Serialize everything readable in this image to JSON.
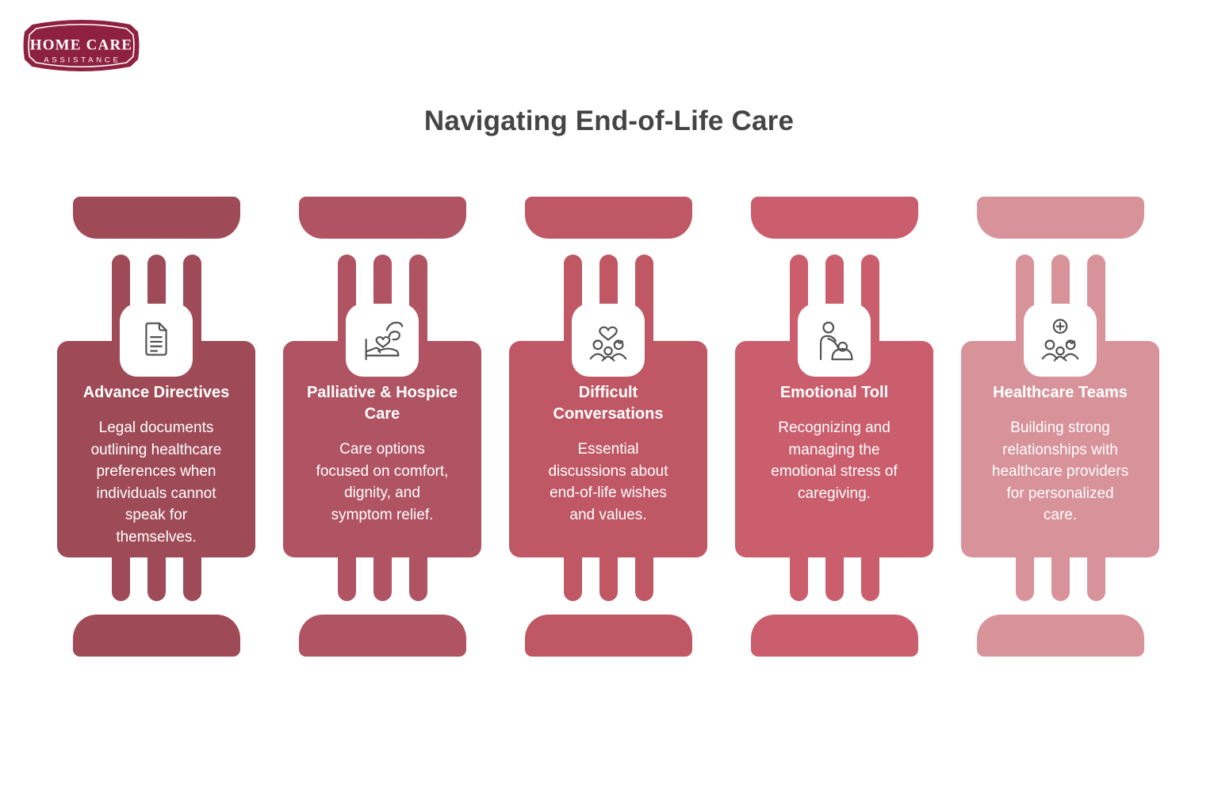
{
  "title": "Navigating End-of-Life Care",
  "title_color": "#454545",
  "logo": {
    "line1": "HOME CARE",
    "line2": "ASSISTANCE",
    "badge_color": "#8E2142",
    "border_color": "#FFFFFF",
    "text_color": "#FFFFFF"
  },
  "icons": {
    "stroke": "#4F4F4F"
  },
  "cards": [
    {
      "id": "advance-directives",
      "color": "#9F4B57",
      "icon": "document-icon",
      "title": "Advance Directives",
      "description": "Legal documents\noutlining healthcare\npreferences when\nindividuals cannot\nspeak for\nthemselves."
    },
    {
      "id": "palliative-hospice-care",
      "color": "#B05362",
      "icon": "hospice-bed-icon",
      "title": "Palliative & Hospice\nCare",
      "description": "Care options\nfocused on comfort,\ndignity, and\nsymptom relief."
    },
    {
      "id": "difficult-conversations",
      "color": "#C05764",
      "icon": "family-heart-icon",
      "title": "Difficult\nConversations",
      "description": "Essential\ndiscussions about\nend-of-life wishes\nand values."
    },
    {
      "id": "emotional-toll",
      "color": "#CA5E6D",
      "icon": "caregiver-comfort-icon",
      "title": "Emotional Toll",
      "description": "Recognizing and\nmanaging the\nemotional stress of\ncaregiving."
    },
    {
      "id": "healthcare-teams",
      "color": "#D8929A",
      "icon": "medical-team-icon",
      "title": "Healthcare Teams",
      "description": "Building strong\nrelationships with\nhealthcare providers\nfor personalized\ncare."
    }
  ]
}
